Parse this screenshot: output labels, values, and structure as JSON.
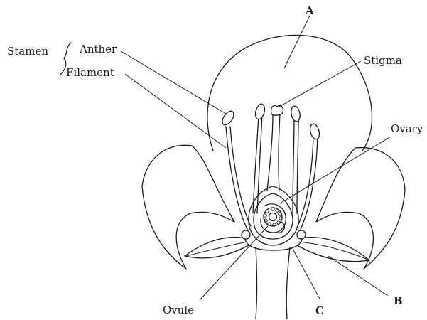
{
  "labels": {
    "stamen": "Stamen",
    "anther": "Anther",
    "filament": "Filament",
    "stigma": "Stigma",
    "ovary": "Ovary",
    "ovule": "Ovule",
    "a": "A",
    "b": "B",
    "c": "C"
  },
  "colors": {
    "ink": "#1a1a1a",
    "background": "#ffffff"
  }
}
